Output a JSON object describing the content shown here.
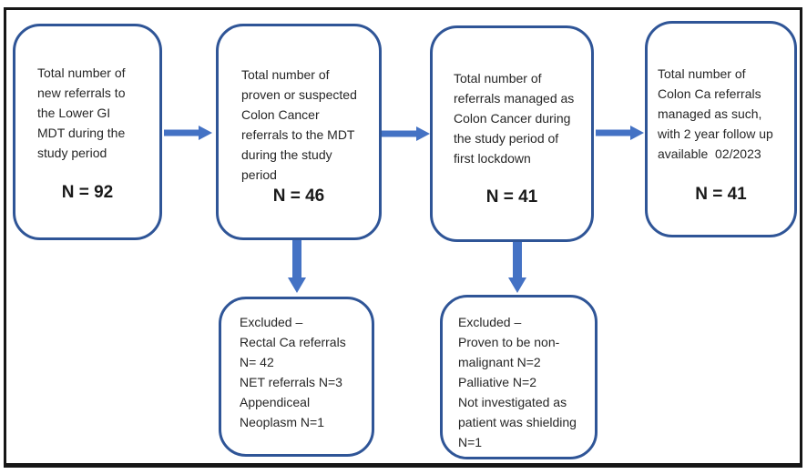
{
  "diagram": {
    "type": "flowchart",
    "colors": {
      "box_border": "#2F5597",
      "arrow_fill": "#4472C4",
      "text": "#262626",
      "frame_border": "#161616",
      "background": "#FFFFFF"
    },
    "flow_boxes": [
      {
        "id": "total-new-referrals",
        "text": "Total number of\nnew referrals to\nthe Lower GI\nMDT during the\nstudy period",
        "n_label": "N = 92"
      },
      {
        "id": "proven-suspected-colon-cancer",
        "text": "Total number of\nproven or suspected\nColon Cancer\nreferrals to the MDT\nduring the study\nperiod",
        "n_label": "N = 46"
      },
      {
        "id": "managed-as-colon-cancer",
        "text": "Total number of\nreferrals managed as\nColon Cancer during\nthe study period of\nfirst lockdown",
        "n_label": "N = 41"
      },
      {
        "id": "followup-available",
        "text": "Total number of\nColon Ca referrals\nmanaged as such,\nwith 2 year follow up\navailable  02/2023",
        "n_label": "N = 41"
      }
    ],
    "excluded_boxes": [
      {
        "id": "excluded-from-mdt-referrals",
        "text": "Excluded –\nRectal Ca referrals\nN= 42\nNET referrals N=3\nAppendiceal\nNeoplasm N=1"
      },
      {
        "id": "excluded-from-lockdown-cohort",
        "text": "Excluded –\nProven to be non-\nmalignant N=2\nPalliative N=2\nNot investigated as\npatient was shielding\nN=1"
      }
    ]
  }
}
